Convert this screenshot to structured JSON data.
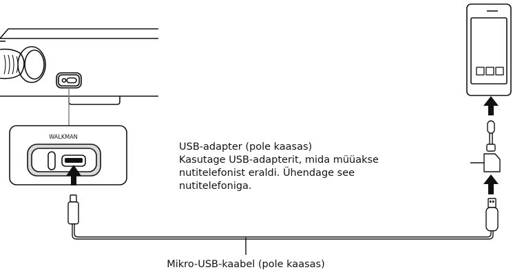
{
  "device_label": "WALKMAN",
  "adapter_callout": {
    "lines": [
      "USB-adapter (pole kaasas)",
      "Kasutage USB-adapterit, mida müüakse",
      "nutitelefonist eraldi. Ühendage see",
      "nutitelefoniga."
    ]
  },
  "cable_callout": "Mikro-USB-kaabel (pole kaasas)"
}
